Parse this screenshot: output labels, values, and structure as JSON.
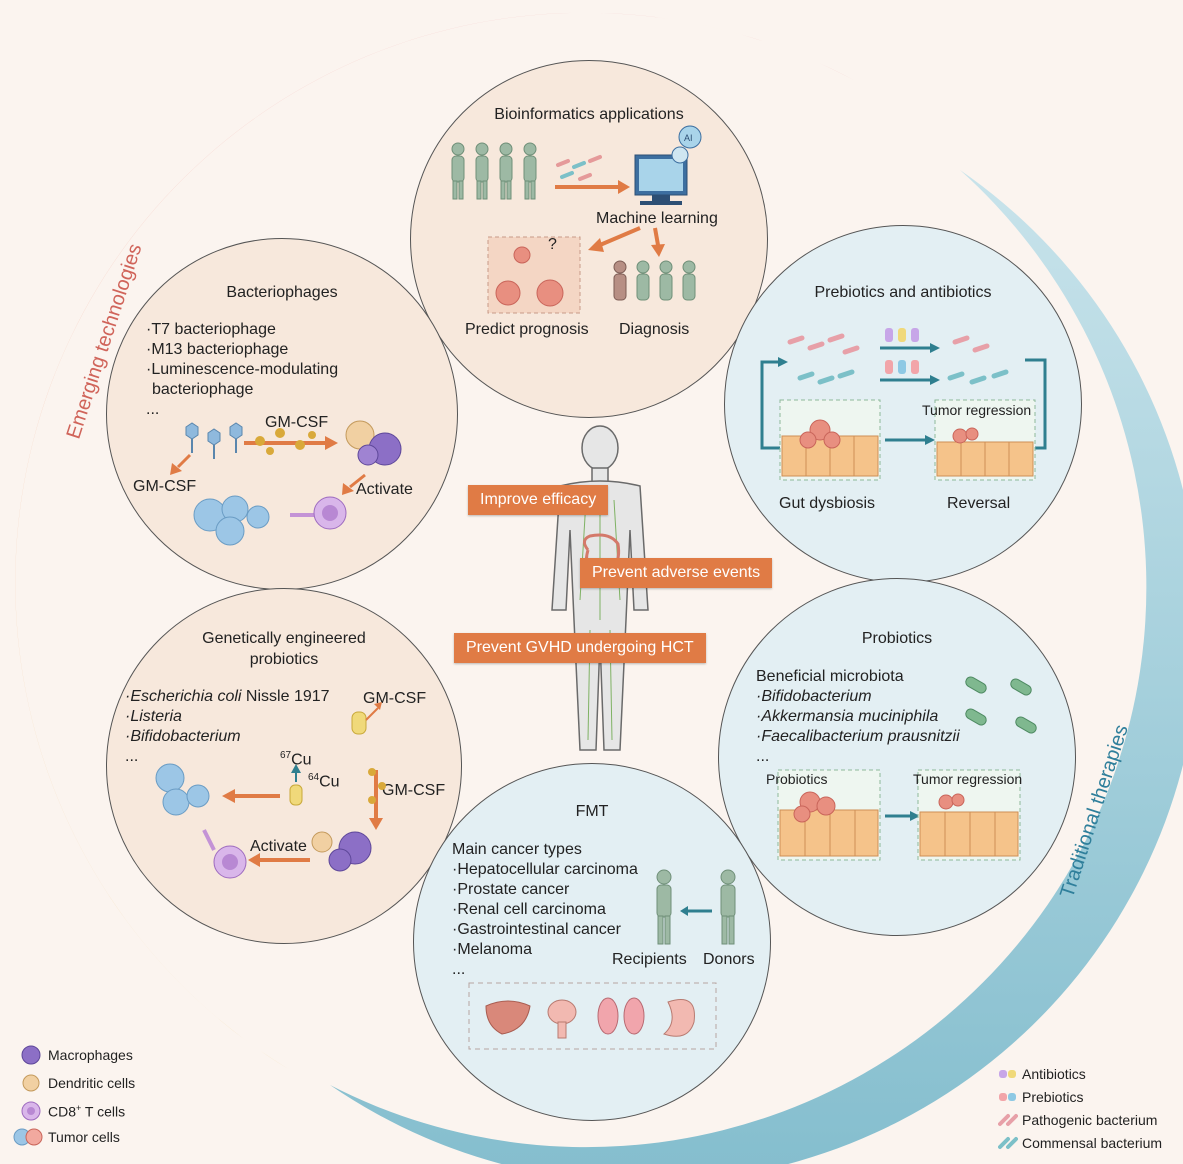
{
  "arcs": {
    "left": "Emerging technologies",
    "right": "Traditional therapies"
  },
  "center_pills": [
    "Improve efficacy",
    "Prevent adverse events",
    "Prevent GVHD undergoing HCT"
  ],
  "bioinformatics": {
    "title": "Bioinformatics applications",
    "ml": "Machine learning",
    "ai": "AI",
    "question": "?",
    "prognosis": "Predict prognosis",
    "diagnosis": "Diagnosis"
  },
  "bacteriophages": {
    "title": "Bacteriophages",
    "items": [
      "·T7 bacteriophage",
      "·M13 bacteriophage",
      "·Luminescence-modulating",
      "bacteriophage",
      "..."
    ],
    "gmcsf_top": "GM-CSF",
    "gmcsf_left": "GM-CSF",
    "activate": "Activate"
  },
  "prebiotics_antibiotics": {
    "title": "Prebiotics and antibiotics",
    "tumor_regression": "Tumor regression",
    "gut_dysbiosis": "Gut dysbiosis",
    "reversal": "Reversal"
  },
  "genetic": {
    "title_line1": "Genetically engineered",
    "title_line2": "probiotics",
    "item1_italic": "·Escherichia coli",
    "item1_rest": " Nissle 1917",
    "item2": "·Listeria",
    "item3": "·Bifidobacterium",
    "item4": "...",
    "gmcsf_top": "GM-CSF",
    "gmcsf_right": "GM-CSF",
    "cu67_sup": "67",
    "cu67": "Cu",
    "cu64_sup": "64",
    "cu64": "Cu",
    "activate": "Activate"
  },
  "probiotics": {
    "title": "Probiotics",
    "heading": "Beneficial microbiota",
    "items": [
      "·Bifidobacterium",
      "·Akkermansia muciniphila",
      "·Faecalibacterium prausnitzii",
      "..."
    ],
    "probiotics_label": "Probiotics",
    "tumor_regression": "Tumor regression"
  },
  "fmt": {
    "title": "FMT",
    "heading": "Main cancer types",
    "items": [
      "·Hepatocellular carcinoma",
      "·Prostate cancer",
      "·Renal cell carcinoma",
      "·Gastrointestinal cancer",
      "·Melanoma",
      "..."
    ],
    "recipients": "Recipients",
    "donors": "Donors"
  },
  "legend_left": [
    {
      "label": "Macrophages",
      "icon": "macrophage-icon"
    },
    {
      "label": "Dendritic cells",
      "icon": "dendritic-cell-icon"
    },
    {
      "label_main": "CD8",
      "label_sup": "+",
      "label_rest": " T cells",
      "icon": "cd8-t-cell-icon"
    },
    {
      "label": "Tumor cells",
      "icon": "tumor-cell-icon"
    }
  ],
  "legend_right": [
    {
      "label": "Antibiotics",
      "icon": "antibiotic-icon"
    },
    {
      "label": "Prebiotics",
      "icon": "prebiotic-icon"
    },
    {
      "label": "Pathogenic bacterium",
      "icon": "pathogenic-bacterium-icon"
    },
    {
      "label": "Commensal bacterium",
      "icon": "commensal-bacterium-icon"
    }
  ],
  "colors": {
    "orange": "#e07b45",
    "teal": "#2f7f8f",
    "warm_fill": "#f7e8dc",
    "cool_fill": "#e3eff3",
    "arc_pink": "#ef9aa0",
    "arc_blue": "#8fc7d6"
  }
}
